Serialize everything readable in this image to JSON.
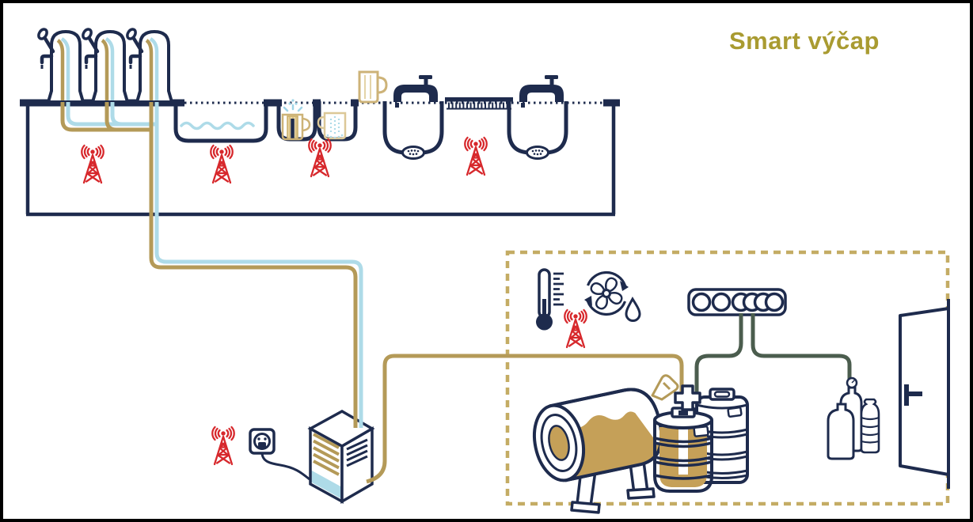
{
  "title": "Smart výčap",
  "colors": {
    "outline": "#1e2b4d",
    "beer_gold": "#b49a58",
    "beer_fill": "#c5a058",
    "mug_gold": "#cdb378",
    "cooling_blue": "#aedbe8",
    "signal_red": "#d7282c",
    "gas_green": "#4b5d4e",
    "title_olive": "#a99b31",
    "cellar_border": "#c4ac64",
    "background": "#ffffff"
  },
  "bar_counter": {
    "beer_taps": 3,
    "fixtures": [
      "wash-basin-with-water",
      "glass-washer-with-mug",
      "glass-rinser-with-mug",
      "beer-mug",
      "water-faucet-left",
      "sink-left-with-drain",
      "drip-tray",
      "water-faucet-right",
      "sink-right-with-drain"
    ],
    "wireless_sensors": 4
  },
  "cooling_unit": {
    "fixtures": [
      "beer-cooler-box",
      "power-outlet",
      "power-cord"
    ],
    "wireless_sensors": 1
  },
  "cellar_room": {
    "fixtures": [
      "thermometer",
      "ventilation-fan",
      "humidity-drop",
      "control-panel",
      "beer-tank",
      "keg-tapped",
      "keg-spare",
      "co2-cylinders",
      "cleaning-bottle",
      "door"
    ],
    "control_panel_buttons": 6,
    "wireless_sensors": 1
  },
  "lines": {
    "beer_line": "gold",
    "cooling_line": "light-blue",
    "gas_line": "dark-green"
  }
}
